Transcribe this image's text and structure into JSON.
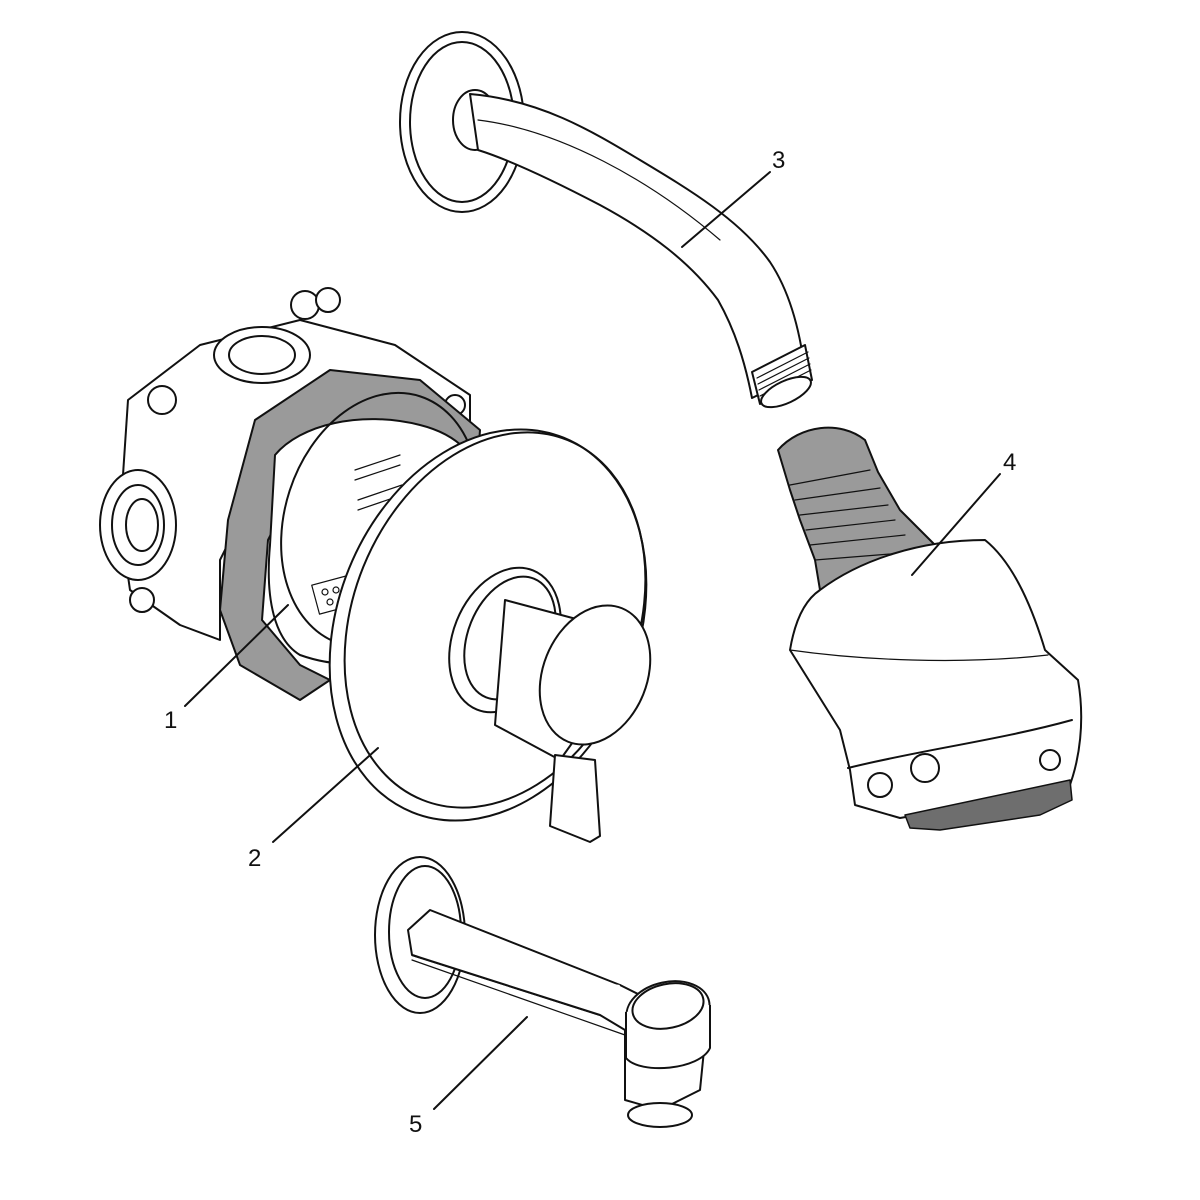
{
  "callouts": [
    {
      "id": "1",
      "label": "1"
    },
    {
      "id": "2",
      "label": "2"
    },
    {
      "id": "3",
      "label": "3"
    },
    {
      "id": "4",
      "label": "4"
    },
    {
      "id": "5",
      "label": "5"
    }
  ],
  "colors": {
    "line": "#111111",
    "fill": "#ffffff",
    "shade": "#9a9a9a"
  }
}
